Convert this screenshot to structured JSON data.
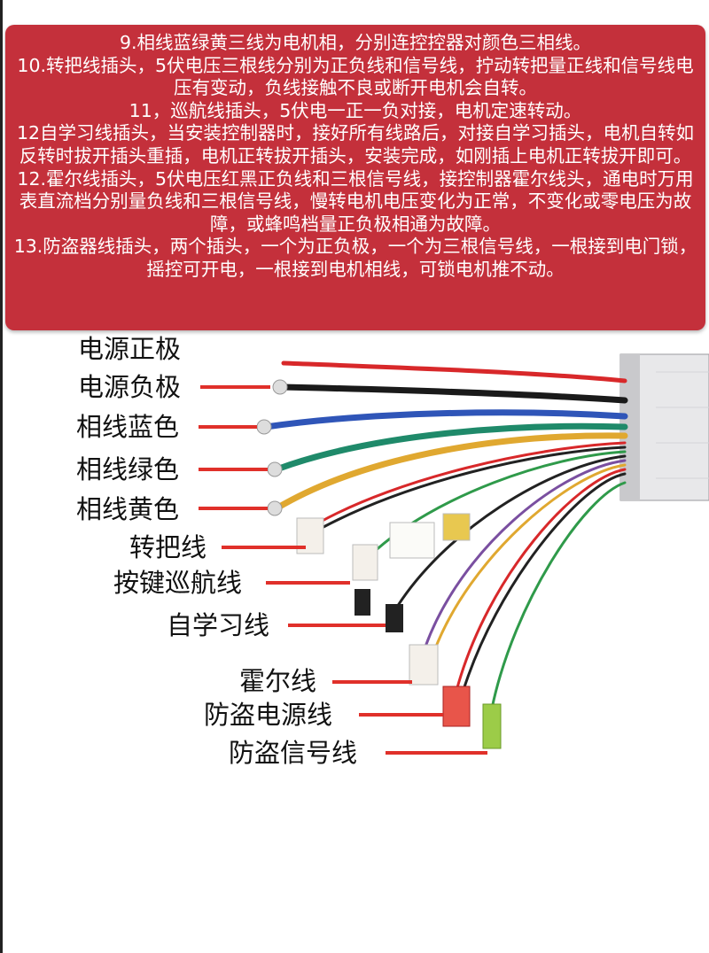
{
  "notes": [
    "9.相线蓝绿黄三线为电机相，分别连控控器对颜色三相线。",
    "10.转把线插头，5伏电压三根线分别为正负线和信号线，拧动转把量正线和信号线电压有变动，负线接触不良或断开电机会自转。",
    "11，巡航线插头，5伏电一正一负对接，电机定速转动。",
    "12自学习线插头，当安装控制器时，接好所有线路后，对接自学习插头，电机自转如反转时拔开插头重插，电机正转拔开插头，安装完成，如刚插上电机正转拔开即可。",
    "12.霍尔线插头，5伏电压红黑正负线和三根信号线，接控制器霍尔线头，通电时万用表直流档分别量负线和三根信号线，慢转电机电压变化为正常，不变化或零电压为故障，或蜂鸣档量正负极相通为故障。",
    "13.防盗器线插头，两个插头，一个为正负极，一个为三根信号线，一根接到电门锁，摇控可开电，一根接到电机相线，可锁电机推不动。"
  ],
  "labels": {
    "power_positive": "电源正极",
    "power_negative": "电源负极",
    "phase_blue": "相线蓝色",
    "phase_green": "相线绿色",
    "phase_yellow": "相线黄色",
    "throttle": "转把线",
    "cruise": "按键巡航线",
    "self_learn": "自学习线",
    "hall": "霍尔线",
    "alarm_power": "防盗电源线",
    "alarm_signal": "防盗信号线"
  },
  "colors": {
    "notes_background": "#c4303b",
    "leader_line": "#e0302a",
    "wire_red": "#d8282a",
    "wire_black": "#1a1a1a",
    "wire_blue": "#2f55b8",
    "wire_green": "#1f8a6a",
    "wire_yellow": "#e0a830"
  }
}
